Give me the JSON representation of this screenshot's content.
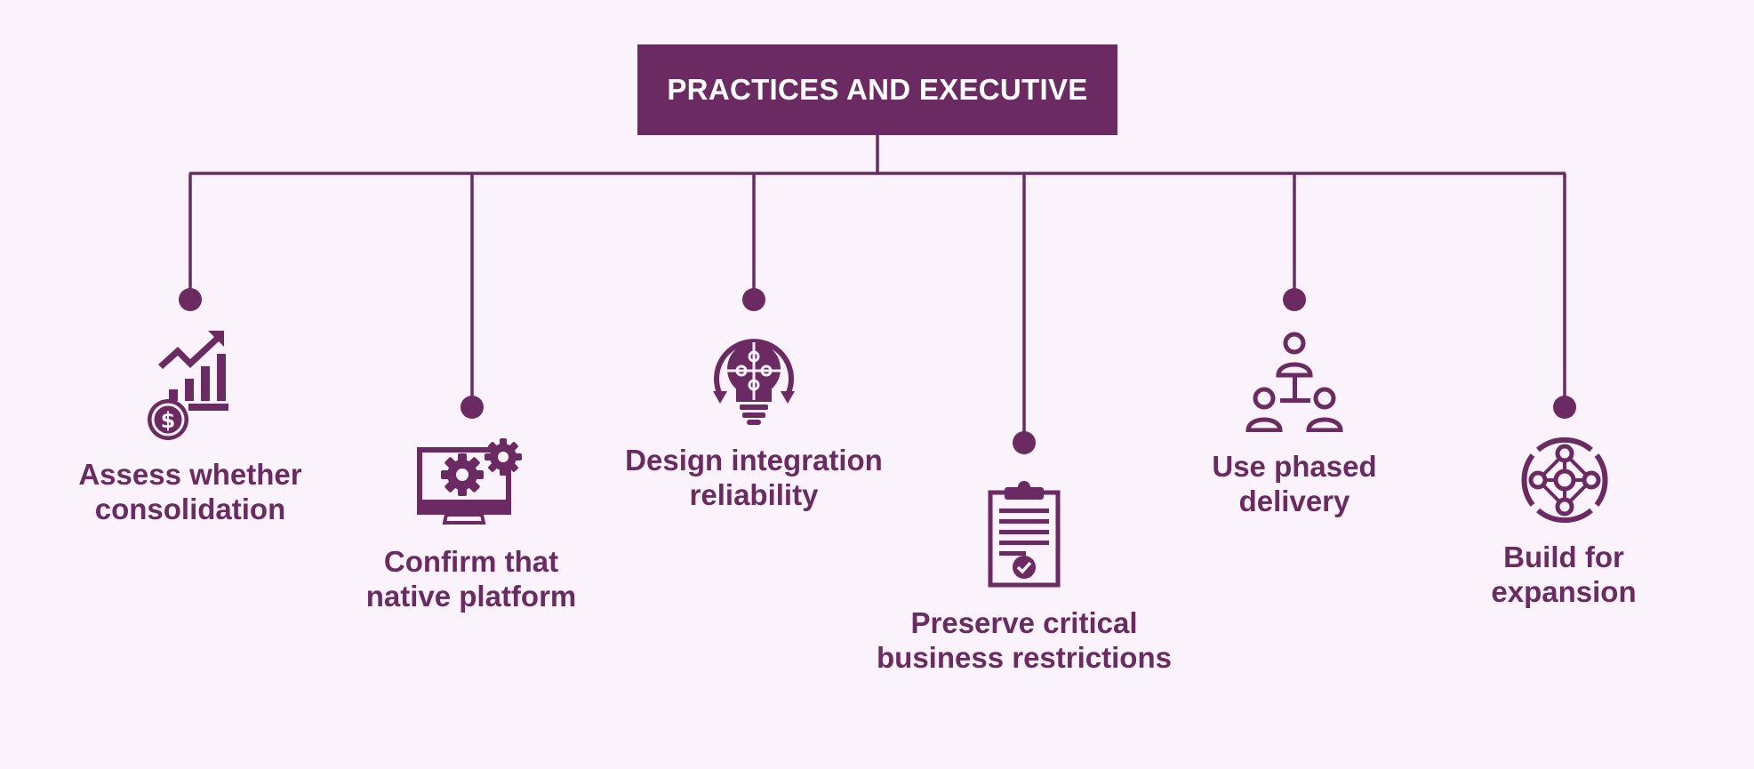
{
  "diagram": {
    "title": "PRACTICES AND EXECUTIVE",
    "accent_color": "#6b2a61",
    "background_color": "#fbf3fb",
    "items": [
      {
        "line1": "Assess whether",
        "line2": "consolidation",
        "icon": "growth-chart-dollar-icon"
      },
      {
        "line1": "Confirm that",
        "line2": "native platform",
        "icon": "monitor-gears-icon"
      },
      {
        "line1": "Design integration",
        "line2": "reliability",
        "icon": "lightbulb-puzzle-icon"
      },
      {
        "line1": "Preserve critical",
        "line2": "business restrictions",
        "icon": "clipboard-check-icon"
      },
      {
        "line1": "Use phased",
        "line2": "delivery",
        "icon": "team-hierarchy-icon"
      },
      {
        "line1": "Build for",
        "line2": "expansion",
        "icon": "network-circle-icon"
      }
    ]
  }
}
